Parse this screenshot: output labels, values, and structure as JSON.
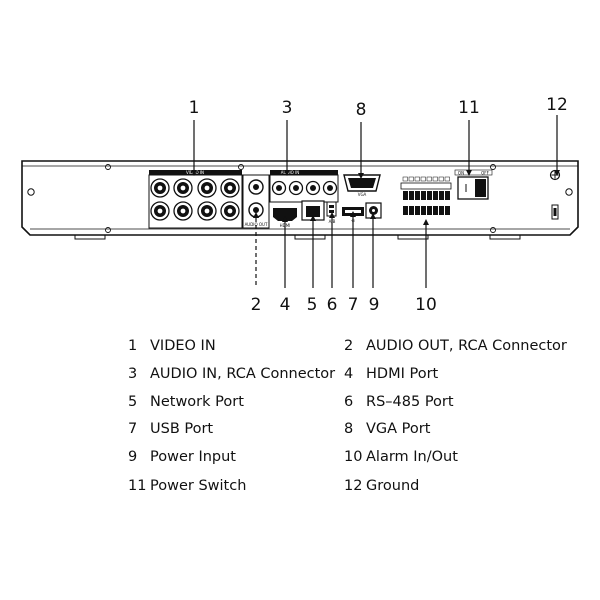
{
  "panel_labels": {
    "video_in": "VIDEO IN",
    "audio_in": "AUDIO IN",
    "audio_out": "AUDIO OUT",
    "hdmi": "HDMI",
    "vga": "VGA",
    "ab": "A/B",
    "on": "ON",
    "off": "OFF"
  },
  "callouts": [
    "1",
    "2",
    "3",
    "4",
    "5",
    "6",
    "7",
    "8",
    "9",
    "10",
    "11",
    "12"
  ],
  "legend": [
    {
      "num": "1",
      "label": "VIDEO IN"
    },
    {
      "num": "2",
      "label": "AUDIO OUT, RCA Connector"
    },
    {
      "num": "3",
      "label": "AUDIO IN, RCA Connector"
    },
    {
      "num": "4",
      "label": "HDMI Port"
    },
    {
      "num": "5",
      "label": "Network Port"
    },
    {
      "num": "6",
      "label": "RS–485 Port"
    },
    {
      "num": "7",
      "label": "USB Port"
    },
    {
      "num": "8",
      "label": "VGA Port"
    },
    {
      "num": "9",
      "label": "Power Input"
    },
    {
      "num": "10",
      "label": "Alarm In/Out"
    },
    {
      "num": "11",
      "label": "Power Switch"
    },
    {
      "num": "12",
      "label": "Ground"
    }
  ]
}
